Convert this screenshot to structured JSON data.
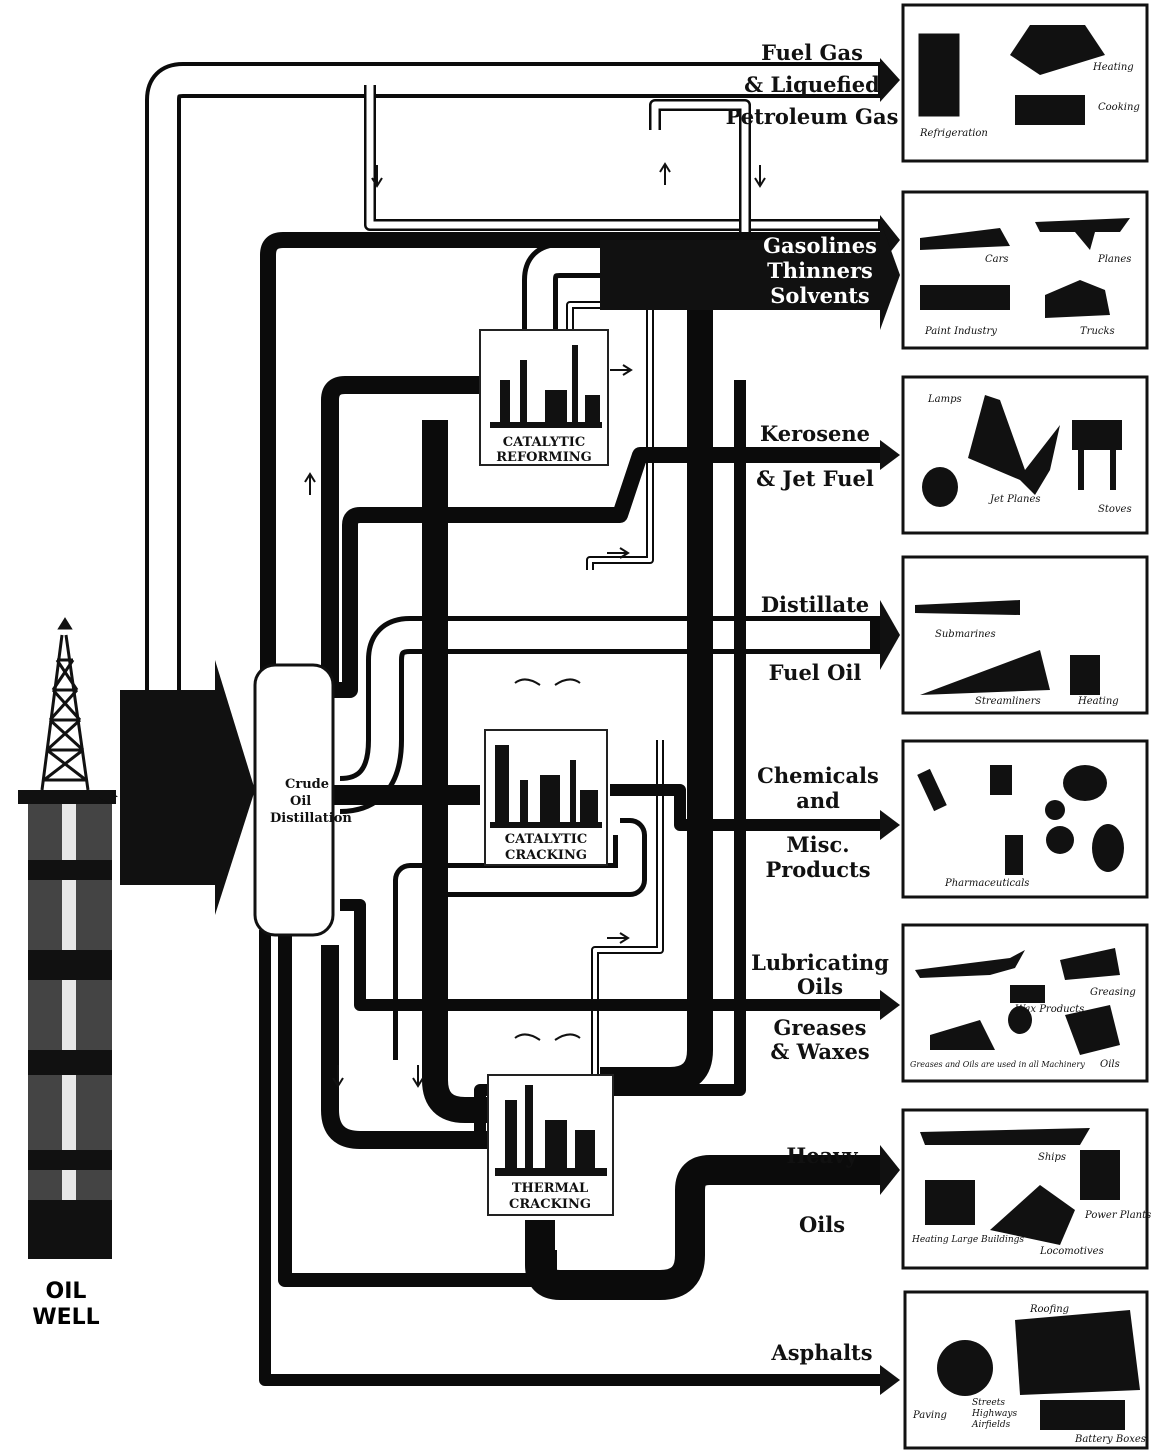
{
  "source": {
    "label_line1": "OIL",
    "label_line2": "WELL"
  },
  "distillation": {
    "label_line1": "Crude",
    "label_line2": "Oil",
    "label_line3": "Distillation"
  },
  "units": [
    {
      "id": "catalytic-reforming",
      "line1": "CATALYTIC",
      "line2": "REFORMING"
    },
    {
      "id": "catalytic-cracking",
      "line1": "CATALYTIC",
      "line2": "CRACKING"
    },
    {
      "id": "thermal-cracking",
      "line1": "THERMAL",
      "line2": "CRACKING"
    }
  ],
  "products": [
    {
      "id": "fuel-gas",
      "lines": [
        "Fuel Gas",
        "& Liquefied",
        "Petroleum Gas"
      ],
      "uses": [
        "Refrigeration",
        "Heating",
        "Cooking"
      ]
    },
    {
      "id": "gasolines",
      "lines": [
        "Gasolines",
        "Thinners",
        "Solvents"
      ],
      "uses": [
        "Cars",
        "Planes",
        "Paint Industry",
        "Trucks"
      ]
    },
    {
      "id": "kerosene",
      "lines": [
        "Kerosene",
        "& Jet Fuel"
      ],
      "uses": [
        "Lamps",
        "Jet Planes",
        "Stoves"
      ]
    },
    {
      "id": "distillate",
      "lines": [
        "Distillate",
        "Fuel Oil"
      ],
      "uses": [
        "Submarines",
        "Streamliners",
        "Heating"
      ]
    },
    {
      "id": "chemicals",
      "lines": [
        "Chemicals",
        "and",
        "Misc.",
        "Products"
      ],
      "uses": [
        "Pharmaceuticals"
      ]
    },
    {
      "id": "lubricating",
      "lines": [
        "Lubricating",
        "Oils",
        "Greases",
        "& Waxes"
      ],
      "uses": [
        "Wax Products",
        "Greasing",
        "Greases and Oils are used in all Machinery",
        "Oils"
      ]
    },
    {
      "id": "heavy-oils",
      "lines": [
        "Heavy",
        "Oils"
      ],
      "uses": [
        "Ships",
        "Heating Large Buildings",
        "Power Plants",
        "Locomotives"
      ]
    },
    {
      "id": "asphalts",
      "lines": [
        "Asphalts"
      ],
      "uses": [
        "Roofing",
        "Paving",
        "Streets",
        "Highways",
        "Airfields",
        "Battery Boxes"
      ]
    }
  ]
}
